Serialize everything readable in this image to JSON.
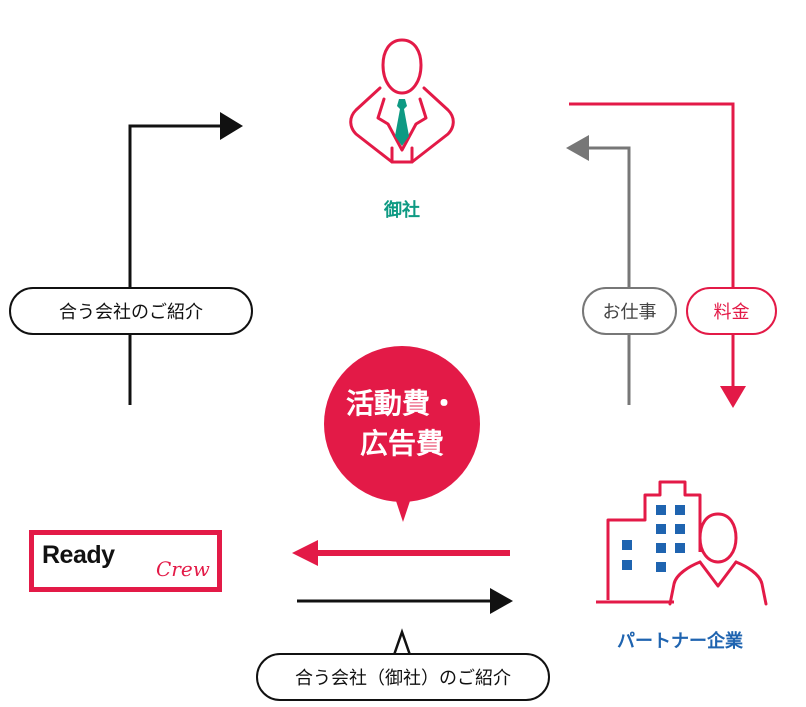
{
  "client": {
    "label": "御社",
    "icon": "businessman-icon"
  },
  "partner": {
    "label": "パートナー企業",
    "icon": "company-building-icon"
  },
  "logo": {
    "word": "Ready",
    "script": "Crew"
  },
  "flow_labels": {
    "introduce_companies": "合う会社のご紹介",
    "work": "お仕事",
    "fee": "料金",
    "introduce_client": "合う会社（御社）のご紹介"
  },
  "fee_bubble": {
    "line1": "活動費・",
    "line2": "広告費"
  },
  "colors": {
    "red": "#e31a47",
    "teal": "#0e9a83",
    "blue": "#1f64b0",
    "black": "#111111",
    "gray": "#777777"
  }
}
